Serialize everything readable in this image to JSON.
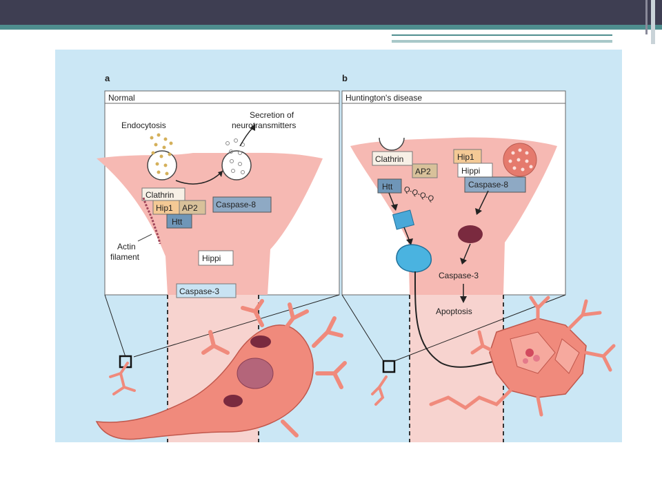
{
  "slide": {
    "colors": {
      "topbar": "#3e3e52",
      "accent": "#4e8d8e",
      "figure_bg": "#cbe7f5",
      "neuron": "#f08a7c",
      "cytoplasm": "#f7c5c0"
    }
  },
  "figure": {
    "panel_a": {
      "letter": "a",
      "title": "Normal",
      "endocytosis": "Endocytosis",
      "secretion_line1": "Secretion of",
      "secretion_line2": "neurotransmitters",
      "clathrin": "Clathrin",
      "hip1": "Hip1",
      "ap2": "AP2",
      "htt": "Htt",
      "caspase8": "Caspase-8",
      "actin_line1": "Actin",
      "actin_line2": "filament",
      "hippi": "Hippi",
      "caspase3": "Caspase-3"
    },
    "panel_b": {
      "letter": "b",
      "title": "Huntington's disease",
      "clathrin": "Clathrin",
      "ap2": "AP2",
      "htt": "Htt",
      "hip1": "Hip1",
      "hippi": "Hippi",
      "caspase8": "Caspase-8",
      "caspase3": "Caspase-3",
      "apoptosis": "Apoptosis",
      "polyq": "Q-Q-Q-Q"
    }
  }
}
